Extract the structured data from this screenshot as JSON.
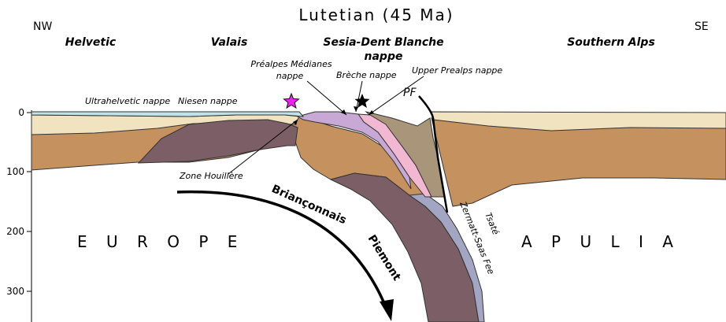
{
  "title": "Lutetian (45 Ma)",
  "corners": {
    "left": "NW",
    "right": "SE"
  },
  "domains": {
    "helvetic": "Helvetic",
    "valais": "Valais",
    "sesia_line1": "Sesia-Dent Blanche",
    "sesia_line2": "nappe",
    "southern_alps": "Southern Alps"
  },
  "labels": {
    "ultrahelvetic": "Ultrahelvetic nappe",
    "niesen": "Niesen nappe",
    "prealpes_line1": "Préalpes Médianes",
    "prealpes_line2": "nappe",
    "breche": "Brèche nappe",
    "upper_prealps": "Upper Prealps nappe",
    "pf": "PF",
    "zone_houillere": "Zone Houillère",
    "brianconnais": "Briançonnais",
    "piemont": "Piemont",
    "tsate": "Tsaté",
    "zermatt": "Zermatt-Saas Fee"
  },
  "plates": {
    "europe": "E U R O P E",
    "apulia": "A P U L I A"
  },
  "depth_axis": {
    "ticks": [
      "0",
      "100",
      "200",
      "300"
    ]
  },
  "colors": {
    "light_tan": "#f1e3bf",
    "brown": "#c4915f",
    "purple": "#7c5e66",
    "lilac": "#c8a9d6",
    "pink": "#f2b8d2",
    "grey_brown": "#a8957a",
    "blue_grey": "#a3a6c3",
    "sea": "#bfe3ea",
    "star_magenta": "#ee22ee"
  }
}
